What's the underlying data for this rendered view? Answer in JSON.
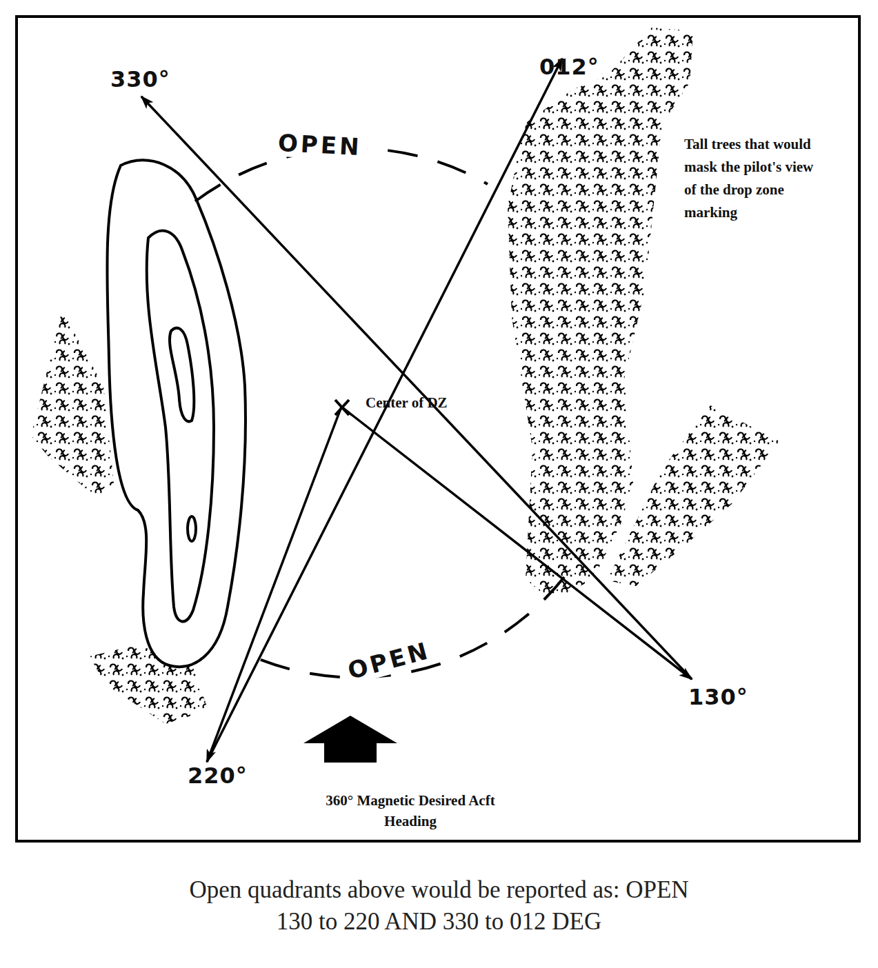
{
  "diagram": {
    "caption": "Open quadrants above would be reported as: OPEN 130 to 220 AND 330 to 012 DEG",
    "labels": [
      "330°",
      "OPEN",
      "012°",
      "Tall trees that would mask the pilot's view of the drop zone marking",
      "Center of DZ",
      "OPEN",
      "220°",
      "130°",
      "360° Magnetic Desired Acft Heading"
    ]
  }
}
